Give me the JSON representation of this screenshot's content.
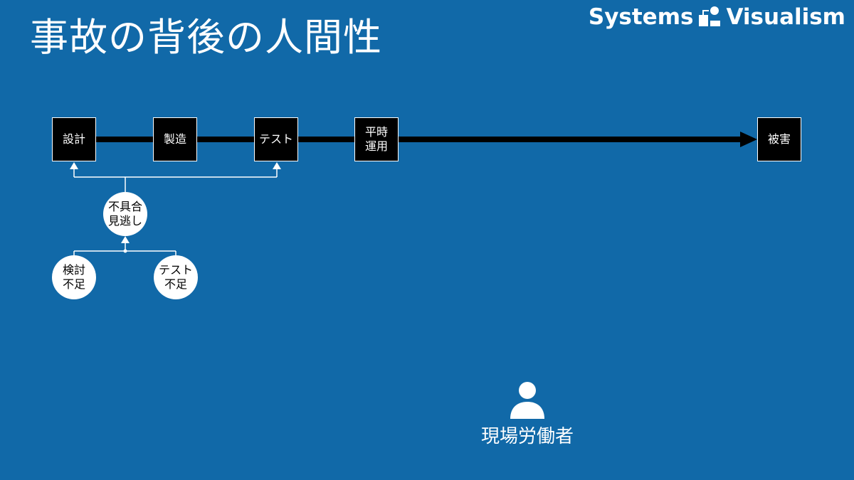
{
  "title": "事故の背後の人間性",
  "brand": {
    "name_left": "Systems",
    "name_right": "Visualism",
    "logo_icon": "puzzle-logo-icon"
  },
  "stages": [
    {
      "id": "design",
      "lines": [
        "設計"
      ]
    },
    {
      "id": "manufacture",
      "lines": [
        "製造"
      ]
    },
    {
      "id": "test",
      "lines": [
        "テスト"
      ]
    },
    {
      "id": "operation",
      "lines": [
        "平時",
        "運用"
      ]
    },
    {
      "id": "damage",
      "lines": [
        "被害"
      ]
    }
  ],
  "causes": {
    "defect_missed": [
      "不具合",
      "見逃し"
    ],
    "insufficient_review": [
      "検討",
      "不足"
    ],
    "insufficient_test": [
      "テスト",
      "不足"
    ]
  },
  "worker": {
    "label": "現場労働者",
    "icon": "person-icon"
  },
  "colors": {
    "background": "#1169a8",
    "box": "#000000",
    "line": "#ffffff",
    "arrow": "#000000"
  }
}
